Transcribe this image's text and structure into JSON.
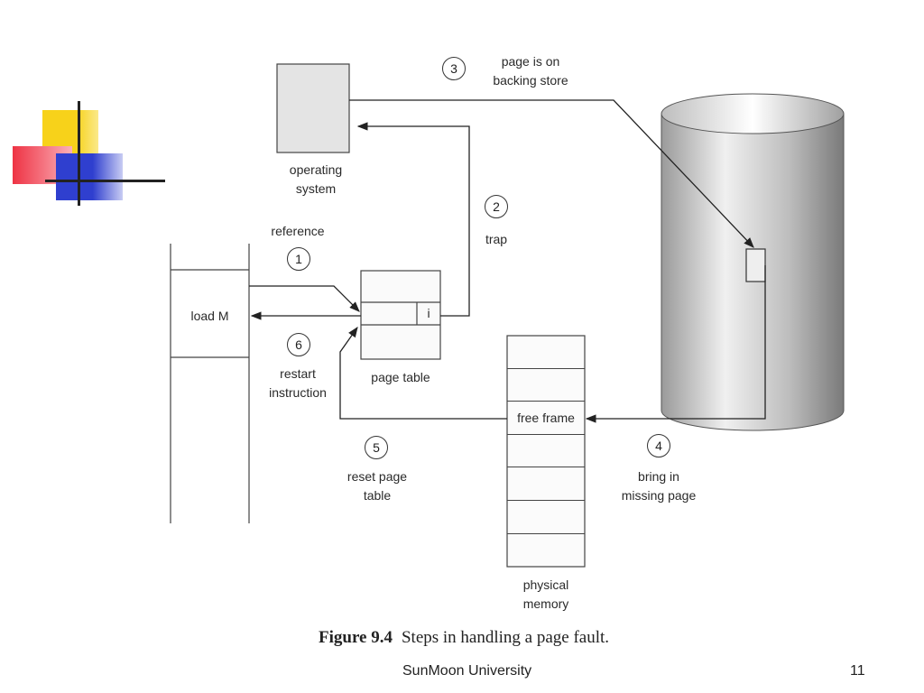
{
  "diagram": {
    "steps": [
      {
        "num": "1",
        "label": "reference"
      },
      {
        "num": "2",
        "label": "trap"
      },
      {
        "num": "3",
        "label_line1": "page is on",
        "label_line2": "backing store"
      },
      {
        "num": "4",
        "label_line1": "bring in",
        "label_line2": "missing page"
      },
      {
        "num": "5",
        "label_line1": "reset page",
        "label_line2": "table"
      },
      {
        "num": "6",
        "label_line1": "restart",
        "label_line2": "instruction"
      }
    ],
    "os_label_line1": "operating",
    "os_label_line2": "system",
    "process_instruction": "load M",
    "page_table_label": "page table",
    "page_table_bit": "i",
    "free_frame_label": "free frame",
    "memory_label_line1": "physical",
    "memory_label_line2": "memory"
  },
  "caption": {
    "figure_number": "Figure 9.4",
    "text": "Steps in handling a page fault."
  },
  "footer": {
    "institution": "SunMoon University",
    "page_number": "11"
  },
  "colors": {
    "logo_yellow": "#f7d21a",
    "logo_red": "#ee3344",
    "logo_blue": "#2f3fcf"
  }
}
